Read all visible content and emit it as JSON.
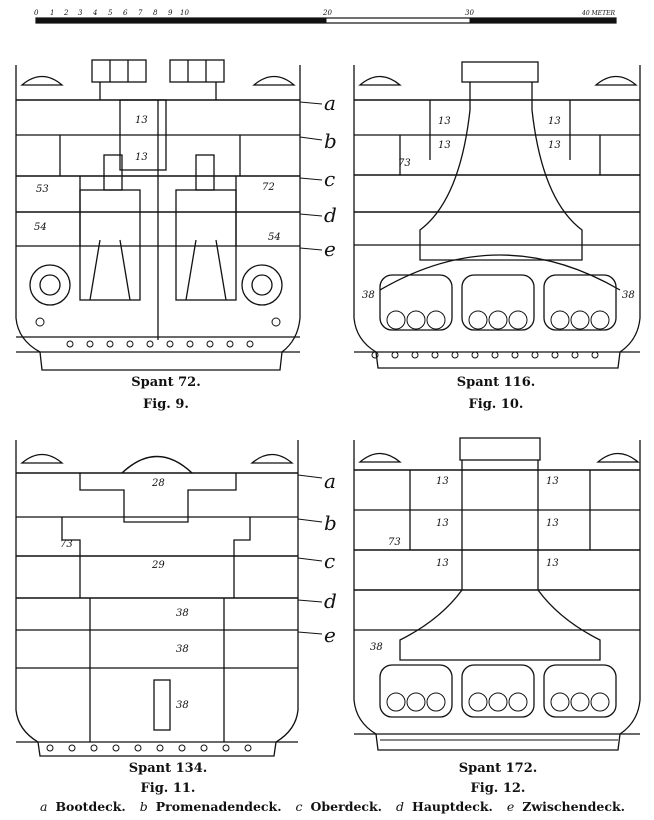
{
  "scale": {
    "ticks": [
      "0",
      "1",
      "2",
      "3",
      "4",
      "5",
      "6",
      "7",
      "8",
      "9",
      "10",
      "20",
      "30"
    ],
    "unit": "40 METER"
  },
  "deck_letters": [
    "a",
    "b",
    "c",
    "d",
    "e"
  ],
  "figures": [
    {
      "spant": "Spant 72.",
      "fig": "Fig. 9.",
      "numbers": [
        "13",
        "13",
        "53",
        "72",
        "54",
        "54"
      ]
    },
    {
      "spant": "Spant 116.",
      "fig": "Fig. 10.",
      "numbers": [
        "13",
        "13",
        "13",
        "13",
        "73",
        "38",
        "38"
      ]
    },
    {
      "spant": "Spant 134.",
      "fig": "Fig. 11.",
      "numbers": [
        "28",
        "73",
        "29",
        "38",
        "38",
        "38"
      ]
    },
    {
      "spant": "Spant 172.",
      "fig": "Fig. 12.",
      "numbers": [
        "13",
        "13",
        "13",
        "13",
        "13",
        "13",
        "73",
        "38"
      ]
    }
  ],
  "legend": [
    {
      "letter": "a",
      "name": "Bootdeck."
    },
    {
      "letter": "b",
      "name": "Promenadendeck."
    },
    {
      "letter": "c",
      "name": "Oberdeck."
    },
    {
      "letter": "d",
      "name": "Hauptdeck."
    },
    {
      "letter": "e",
      "name": "Zwischendeck."
    }
  ]
}
